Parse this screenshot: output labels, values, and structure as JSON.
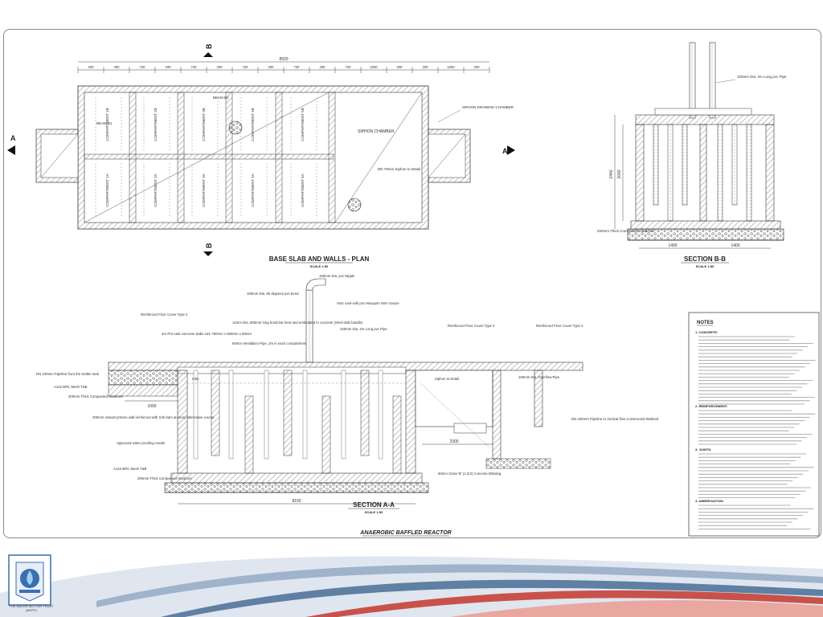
{
  "plan": {
    "title": "BASE SLAB AND WALLS - PLAN",
    "scale": "SCALE 1:50",
    "overall_dim": "8920",
    "top_dims": [
      "200",
      "400",
      "720",
      "200",
      "720",
      "200",
      "720",
      "200",
      "720",
      "200",
      "720",
      "2200",
      "200",
      "200",
      "1000",
      "200"
    ],
    "compartments_top": [
      "COMPARTMENT 1B",
      "COMPARTMENT 2B",
      "COMPARTMENT 3B",
      "COMPARTMENT 4B",
      "COMPARTMENT 5B"
    ],
    "compartments_bottom": [
      "COMPARTMENT 1A",
      "COMPARTMENT 2A",
      "COMPARTMENT 3A",
      "COMPARTMENT 4A",
      "COMPARTMENT 5A"
    ],
    "siphon_chamber": "SIPHON CHAMBER",
    "siphon_drawing_chamber": "SIPHON DRAWING CHAMBER",
    "siphon_note": "DN 75mm Siphon to Detail",
    "section_marker": "A",
    "section_marker_b": "B",
    "beam_label": "BEAM B1",
    "beam_label_2": "BEAM B2"
  },
  "section_bb": {
    "title": "SECTION B-B",
    "scale": "SCALE 1:50",
    "pipe_note": "100mm Dia. 2m Long pvc Pipe",
    "hardcore_note": "200mm Thick Compacted Hardcore",
    "dims": [
      "1400",
      "1400"
    ],
    "height_dims": [
      "2440",
      "2040"
    ]
  },
  "section_aa": {
    "title": "SECTION A-A",
    "scale": "SCALE 1:50",
    "notes": {
      "pipe_nipple": "100mm Dia. pvc Nipple",
      "bend": "100mm Dia. 90 degrees pvc bend",
      "vent_cowl": "Vent cowl with pvc Mosquito Wire Gauze",
      "floor_cover_l": "Reinforced Floor Cover Type 2",
      "precast_slabs": "4nr Pre-cast concrete slabs size 750mm x 600mm x 60mm",
      "dia_bars": "12mm Dia. 800mm long bond bar bent and embedded in concrete (Steel slab handle)",
      "vent_pipe": "50mm Ventilation Pipe, 3m in each compartment",
      "long_pipe": "100mm Dia. 2m Long pvc Pipe",
      "floor_cover_m": "Reinforced Floor Cover Type 2",
      "floor_cover_r": "Reinforced Floor Cover Type 2",
      "inlet_pipe": "DN 100mm Pipeline from the Settler tank",
      "brc_mesh": "A142 BRC Mesh T&B",
      "hardcore": "200mm Thick Compacted Hardcore",
      "masonry_wall": "200mm masonry/stone wall reinforced with 1Hk bars at every alternative course",
      "waterproof": "Approved water proofing render",
      "brc_mesh_2": "A142 BRC Mesh T&B",
      "hardcore_2": "200mm Thick Compacted Hardcore",
      "inlet": "Inlet",
      "siphon_detail": "Siphon to Detail",
      "overflow": "100mm Dia. Overflow Pipe",
      "outlet": "DN 100mm Pipeline to Vertical flow Constructed Wetland",
      "blinding": "50mm Class 'B' (1:3:6) Concrete Blinding"
    },
    "dims": [
      "2300",
      "1000",
      "8150"
    ]
  },
  "notes": {
    "heading": "NOTES",
    "sections": [
      "1. CONCRETE:",
      "2. REINFORCEMENT:",
      "3. JOINTS:",
      "4. ABBREVIATION:"
    ]
  },
  "drawing_title": "ANAEROBIC BAFFLED REACTOR",
  "logo": {
    "caption": "THE WATER SECTOR TRUST (WSTF)"
  },
  "colors": {
    "line": "#3a3a3a",
    "hatch": "#9a9a9a",
    "border": "#8a8a8a",
    "band_blue": "#5f7fa3",
    "band_red": "#c8524a"
  }
}
